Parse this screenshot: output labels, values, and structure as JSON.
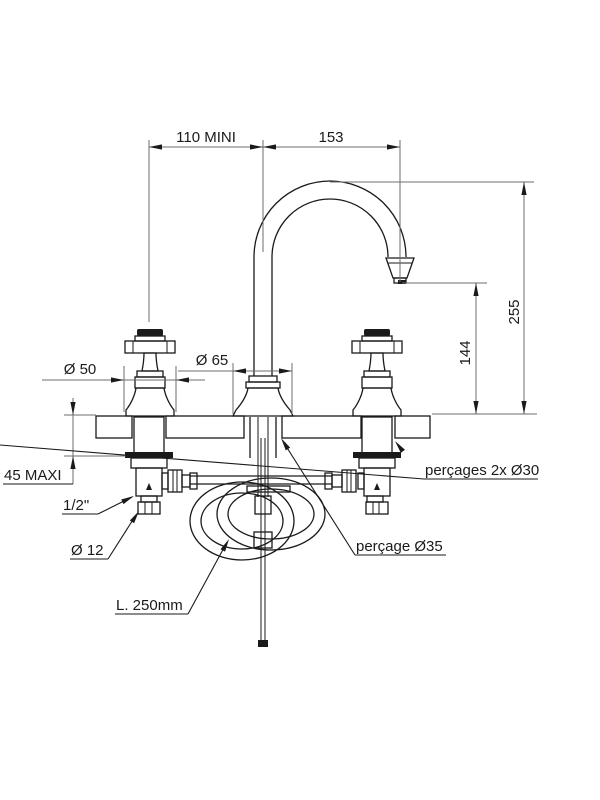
{
  "drawing": {
    "type": "technical-dimension-drawing",
    "subject": "3-hole widespread basin mixer with cross handles and gooseneck spout, section through countertop",
    "colors": {
      "object_line": "#1a1a1a",
      "dimension_line": "#6e6e6e",
      "background": "#ffffff"
    },
    "labels": {
      "dim_110_mini": "110 MINI",
      "dim_153": "153",
      "dim_255": "255",
      "dim_144": "144",
      "dia_50": "Ø 50",
      "dia_65": "Ø 65",
      "maxi_45": "45 MAXI",
      "half_inch": "1/2\"",
      "dia_12": "Ø 12",
      "hose_length": "L. 250mm",
      "hole_center": "perçage Ø35",
      "holes_sides": "perçages 2x Ø30"
    }
  }
}
